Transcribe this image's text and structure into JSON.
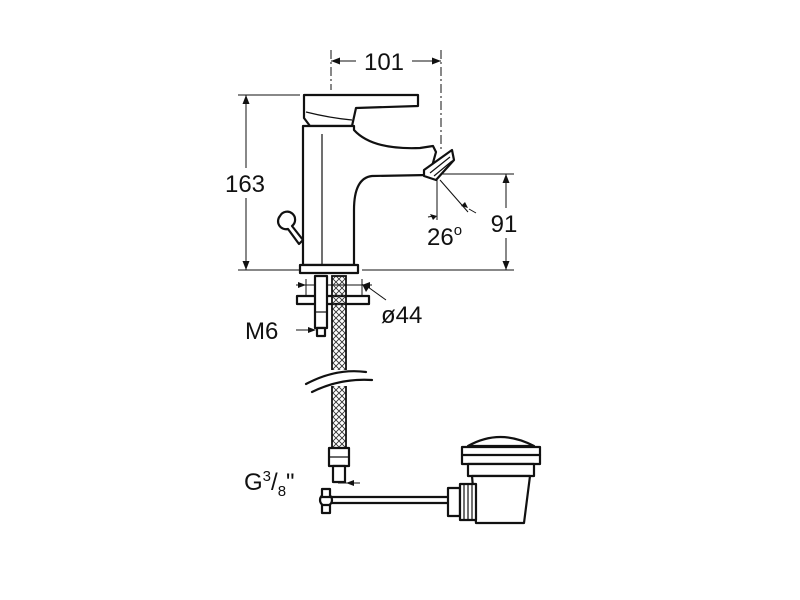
{
  "drawing": {
    "dimensions": {
      "width": "101",
      "height": "163",
      "spout_height": "91",
      "angle": "26",
      "angle_unit": "o",
      "base_diameter": "ø44",
      "stud_thread": "M6",
      "hose_thread_prefix": "G",
      "hose_thread_num": "3",
      "hose_thread_sep": "/",
      "hose_thread_den": "8",
      "hose_thread_suffix": "\""
    }
  }
}
